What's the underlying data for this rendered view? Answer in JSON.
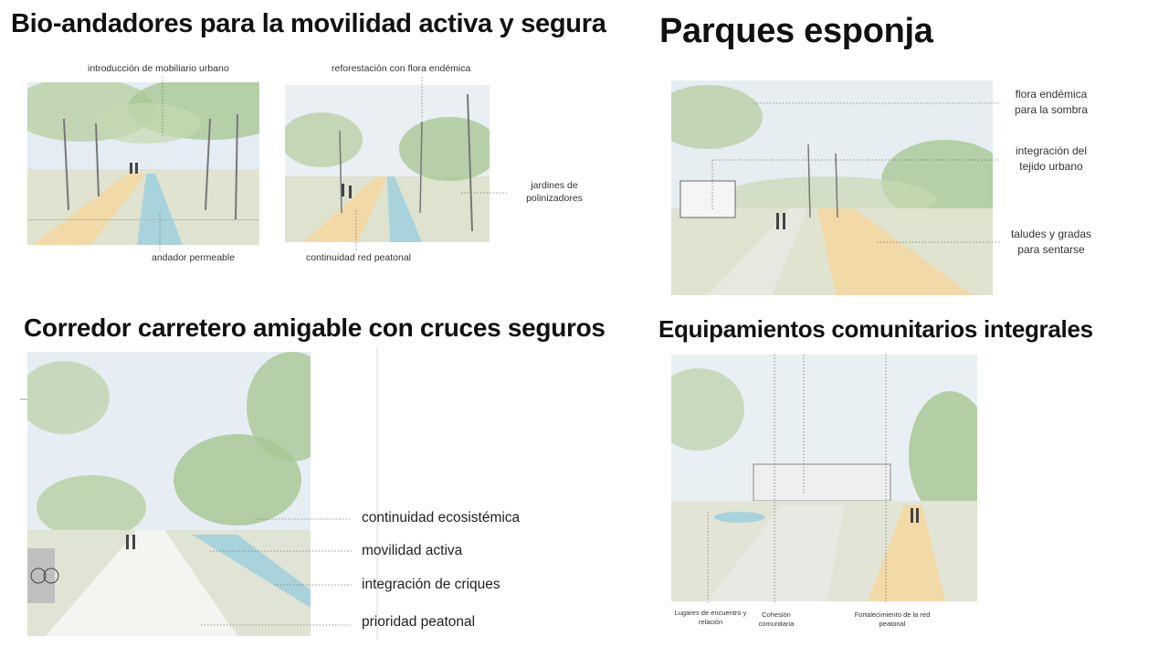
{
  "sections": {
    "bio": {
      "title": "Bio-andadores para la movilidad activa y segura",
      "labels": {
        "mobiliario": "introducción de mobiliario urbano",
        "reforestacion": "reforestación con flora endémica",
        "jardines_1": "jardines de",
        "jardines_2": "polinizadores",
        "andador": "andador permeable",
        "continuidad": "continuidad red peatonal"
      }
    },
    "parques": {
      "title": "Parques esponja",
      "labels": {
        "flora_1": "flora endémica",
        "flora_2": "para la sombra",
        "integracion_1": "integración del",
        "integracion_2": "tejido urbano",
        "taludes_1": "taludes y gradas",
        "taludes_2": "para sentarse"
      }
    },
    "corredor": {
      "title": "Corredor carretero amigable con cruces seguros",
      "labels": {
        "ecosistemica": "continuidad ecosistémica",
        "movilidad": "movilidad activa",
        "criques": "integración de criques",
        "prioridad": "prioridad peatonal"
      }
    },
    "equipamientos": {
      "title": "Equipamientos comunitarios integrales",
      "labels": {
        "lugares_1": "Lugares de encuentro y",
        "lugares_2": "relación",
        "cohesion_1": "Cohesión",
        "cohesion_2": "comunitaria",
        "fortalecimiento_1": "Fortalecimiento de la red",
        "fortalecimiento_2": "peatonal"
      }
    }
  },
  "palette": {
    "sky": "#e4edf3",
    "foliage": "#a9c795",
    "foliage_dark": "#7fa66b",
    "path": "#f2d9a8",
    "water": "#a8d3dc",
    "ground": "#d8dcc8",
    "ink": "#555555"
  }
}
